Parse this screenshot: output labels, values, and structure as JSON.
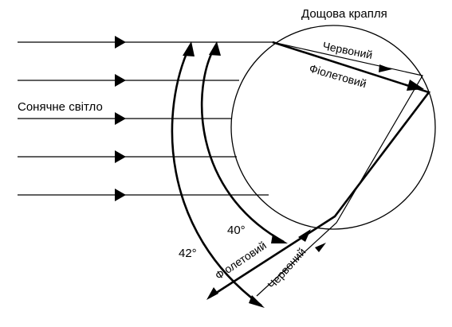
{
  "diagram": {
    "title": "Дощова крапля",
    "sunlight_label": "Сонячне світло",
    "inner_labels": {
      "red": "Червоний",
      "violet": "Фіолетовий"
    },
    "exit_labels": {
      "violet": "Фіолетовий",
      "red": "Червоний"
    },
    "angles": {
      "violet": "40°",
      "red": "42°"
    },
    "colors": {
      "stroke": "#000000",
      "background": "#ffffff"
    }
  }
}
